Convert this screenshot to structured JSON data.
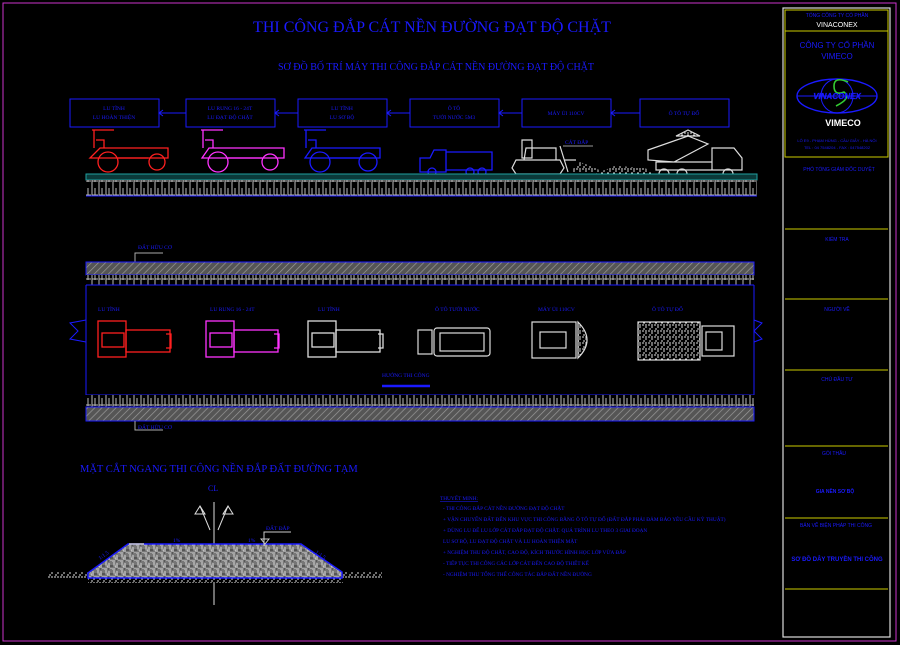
{
  "title": "THI CÔNG ĐẮP CÁT NỀN ĐƯỜNG ĐẠT ĐỘ CHẶT",
  "subtitle": "SƠ ĐỒ BỐ TRÍ MÁY THI CÔNG ĐẮP CÁT NỀN ĐƯỜNG ĐẠT ĐỘ CHẶT",
  "flow_boxes": [
    {
      "line1": "LU TĨNH",
      "line2": "LU HOÀN THIỆN"
    },
    {
      "line1": "LU RUNG 16 - 24T",
      "line2": "LU ĐẠT ĐỘ CHẶT"
    },
    {
      "line1": "LU TĨNH",
      "line2": "LU SƠ BỘ"
    },
    {
      "line1": "Ô TÔ",
      "line2": "TƯỚI NƯỚC 5M3"
    },
    {
      "line1": "MÁY ỦI 110CV",
      "line2": ""
    },
    {
      "line1": "Ô TÔ TỰ ĐỔ",
      "line2": ""
    }
  ],
  "sand_label": "CÁT ĐẮP",
  "plan": {
    "existing_soil_top": "ĐẤT HỮU CƠ",
    "existing_soil_bottom": "ĐẤT HỮU CƠ",
    "machine_labels": [
      "LU TĨNH",
      "LU RUNG 16 - 24T",
      "LU TĨNH",
      "Ô TÔ TƯỚI NƯỚC",
      "MÁY ỦI 110CV",
      "Ô TÔ TỰ ĐỔ"
    ],
    "direction_label": "HƯỚNG THI CÔNG"
  },
  "section": {
    "title": "MẶT CẮT NGANG THI CÔNG NỀN ĐẮP ĐẤT ĐƯỜNG TẠM",
    "centerline": "CL",
    "slope_left": "1:1.5",
    "slope_right": "1:1.5",
    "crossfall_left": "1%",
    "crossfall_right": "1%",
    "fill_label": "ĐẤT ĐẮP"
  },
  "notes": {
    "heading": "THUYẾT MINH:",
    "items": [
      "- THI CÔNG ĐẮP CÁT NỀN ĐƯỜNG ĐẠT ĐỘ CHẶT",
      "+ VẬN CHUYỂN ĐẤT ĐẾN KHU VỰC THI CÔNG BẰNG Ô TÔ TỰ ĐỔ (ĐẤT ĐẮP PHẢI ĐẢM BẢO YÊU CẦU KỸ THUẬT)",
      "+ DÙNG LU ĐỂ LU LỚP CÁT ĐẮP ĐẠT ĐỘ CHẶT. QUÁ TRÌNH LU THEO 3 GIAI ĐOẠN",
      "LU SƠ BỘ, LU ĐẠT ĐỘ CHẶT VÀ LU HOÀN THIỆN MẶT",
      "+ NGHIỆM THU ĐỘ CHẶT, CAO ĐỘ, KÍCH THƯỚC HÌNH HỌC LỚP VỪA ĐẮP",
      "- TIẾP TỤC THI CÔNG CÁC LỚP CÁT ĐẾN CAO ĐỘ THIẾT KẾ",
      "- NGHIỆM THU TỔNG THỂ CÔNG TÁC ĐẮP ĐẤT NỀN ĐƯỜNG"
    ]
  },
  "title_block": {
    "parent_company_label": "TỔNG CÔNG TY CỔ PHẦN",
    "parent_company": "VINACONEX",
    "company_line1": "CÔNG TY CỔ PHẦN",
    "company_line2": "VIMECO",
    "logo_text": "VINACONEX",
    "logo_brand": "VIMECO",
    "address": "LÔ E9 - PHẠM HÙNG - CẦU GIẤY - HÀ NỘI",
    "contact": "TEL : 04 7548204 - FAX : 047548202",
    "approver": "PHÓ TỔNG GIÁM ĐỐC DUYỆT",
    "checker": "KIỂM TRA",
    "drafter": "NGƯỜI VẼ",
    "owner": "CHỦ ĐẦU TƯ",
    "contractor_label": "GÓI THẦU",
    "contractor_value": "GIA NỀN SƠ BỘ",
    "drawing_label": "BẢN VẼ BIỆN PHÁP THI CÔNG",
    "drawing_value": "SƠ ĐỒ DÂY TRUYỀN THI CÔNG"
  },
  "colors": {
    "accent": "#1a1aff",
    "frame": "#cc33cc",
    "block_divider": "#cccc00",
    "roller1": "#ff2020",
    "roller2": "#ff33ff"
  }
}
